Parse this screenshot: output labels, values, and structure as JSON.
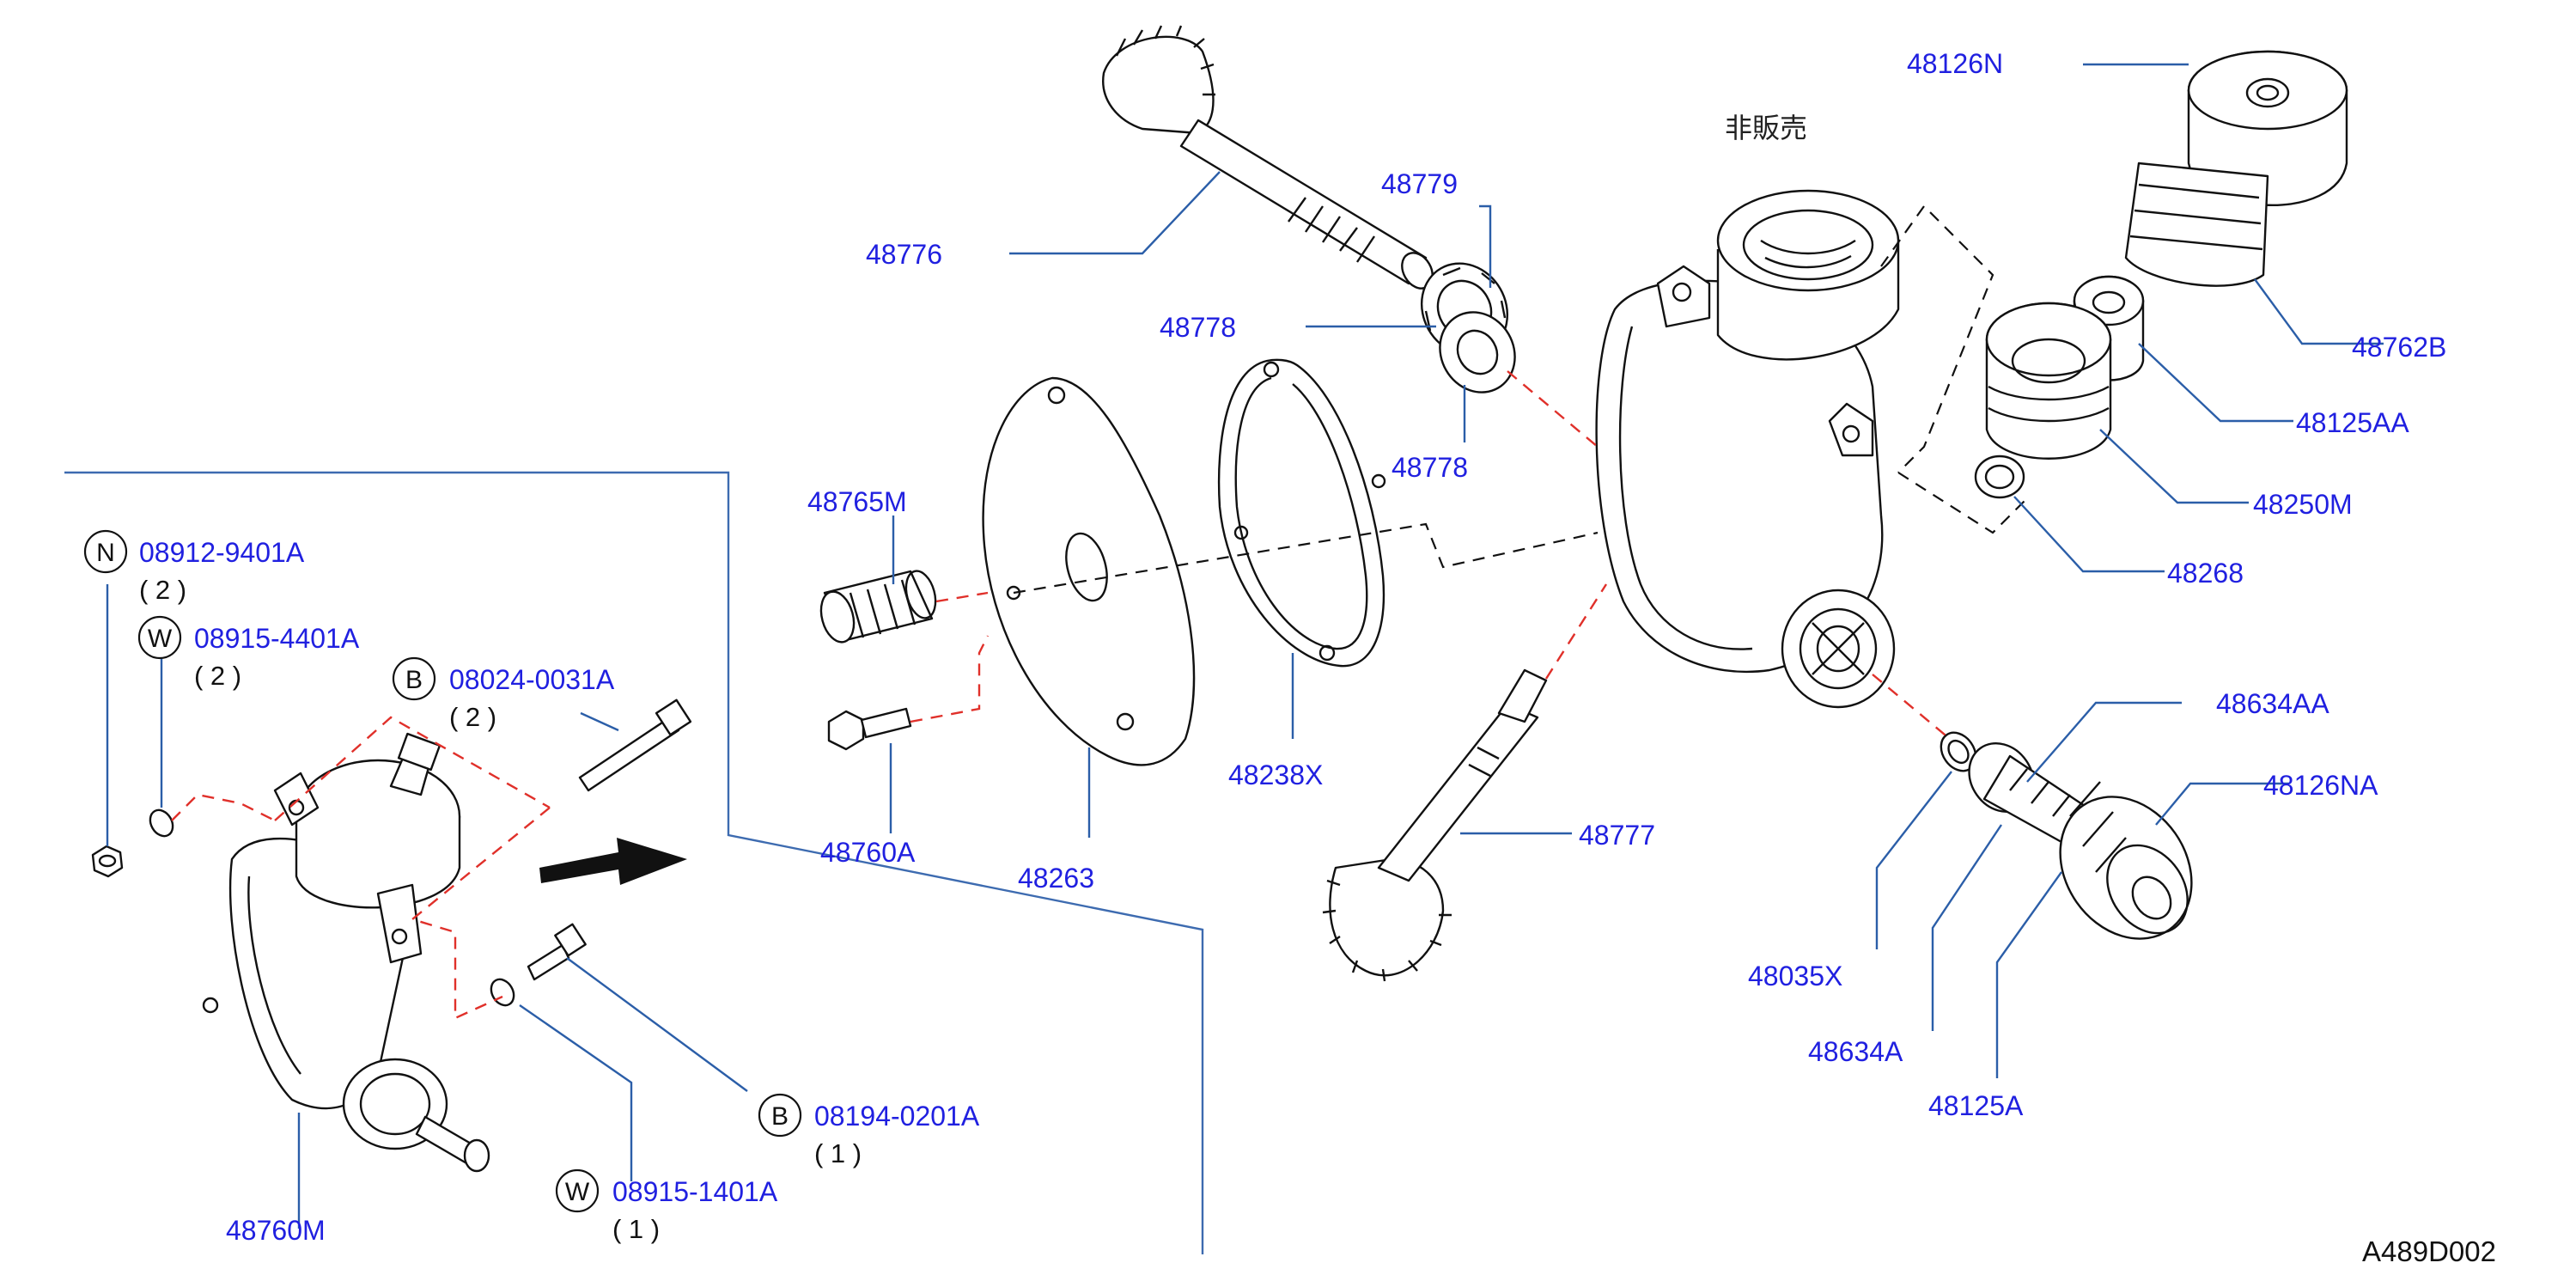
{
  "diagram_code": "A489D002",
  "not_for_sale_label": "非販売",
  "parts": {
    "p48126N": "48126N",
    "p48776": "48776",
    "p48779": "48779",
    "p48778_top": "48778",
    "p48778_bottom": "48778",
    "p48762B": "48762B",
    "p48125AA": "48125AA",
    "p48250M": "48250M",
    "p48268": "48268",
    "p48765M": "48765M",
    "p48760A": "48760A",
    "p48263": "48263",
    "p48238X": "48238X",
    "p48777": "48777",
    "p48634AA": "48634AA",
    "p48126NA": "48126NA",
    "p48035X": "48035X",
    "p48634A": "48634A",
    "p48125A": "48125A",
    "p48760M": "48760M"
  },
  "fasteners": [
    {
      "letter": "N",
      "code": "08912-9401A",
      "qty": "( 2 )"
    },
    {
      "letter": "W",
      "code": "08915-4401A",
      "qty": "( 2 )"
    },
    {
      "letter": "B",
      "code": "08024-0031A",
      "qty": "( 2 )"
    },
    {
      "letter": "B",
      "code": "08194-0201A",
      "qty": "( 1 )"
    },
    {
      "letter": "W",
      "code": "08915-1401A",
      "qty": "( 1 )"
    }
  ],
  "colors": {
    "label": "#2020e0",
    "leader": "#2b5ea8",
    "dashed": "#e0302a",
    "outline": "#111111"
  }
}
